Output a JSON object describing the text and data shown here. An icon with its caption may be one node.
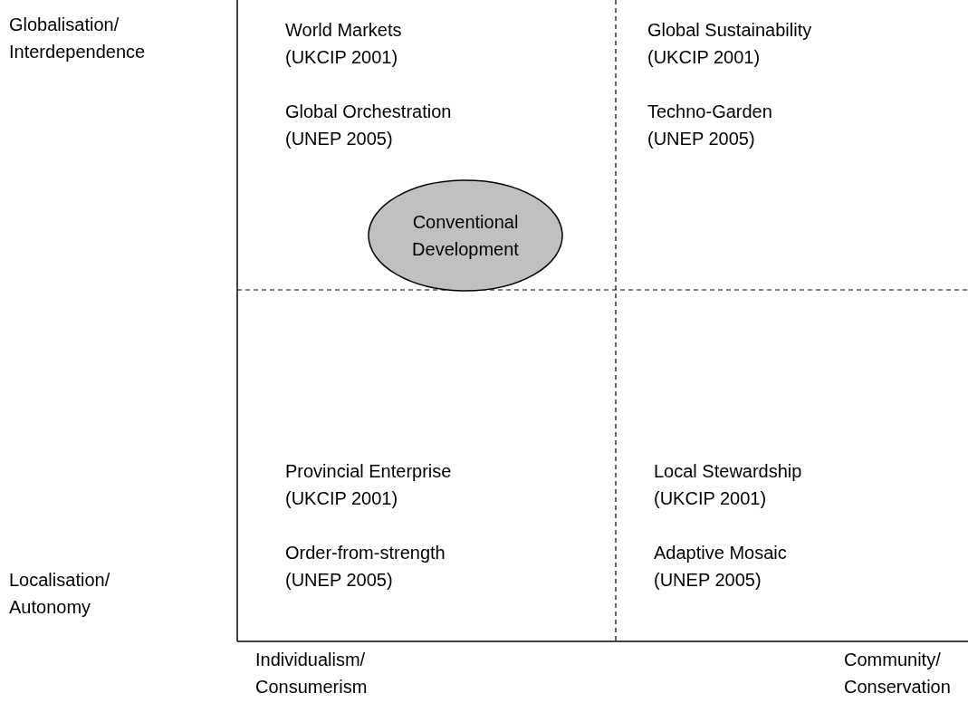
{
  "diagram": {
    "nodes": [
      {
        "text": [
          "Conventional Development"
        ]
      }
    ],
    "labels": [
      "Globalisation/ Interdependence",
      "World Markets (UKCIP 2001)",
      "Global Sustainability (UKCIP 2001)",
      "Global Orchestration (UNEP 2005)",
      "Techno-Garden (UNEP 2005)",
      "Provincial Enterprise (UKCIP 2001)",
      "Local Stewardship (UKCIP 2001)",
      "Order-from-strength (UNEP 2005)",
      "Adaptive Mosaic (UNEP 2005)",
      "Localisation/ Autonomy",
      "Individualism/ Consumerism",
      "Community/ Conservation"
    ]
  }
}
